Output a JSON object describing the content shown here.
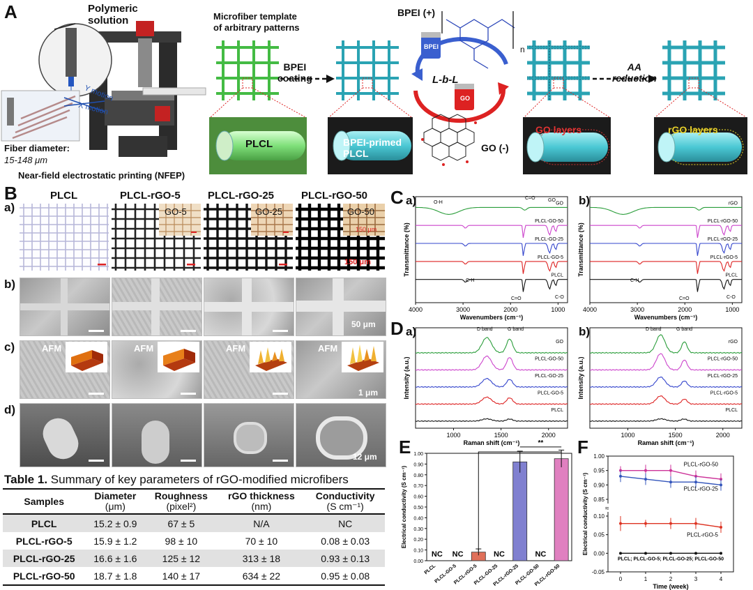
{
  "panelA": {
    "label": "A",
    "polymeric_solution": "Polymeric\nsolution",
    "y_motion": "Y motion",
    "x_motion": "X motion",
    "fiber_diameter_label": "Fiber diameter:",
    "fiber_diameter_value": "15-148 μm",
    "nfep": "Near-field electrostatic printing (NFEP)",
    "template_title": "Microfiber template\nof arbitrary patterns",
    "bpei_coating": "BPEI\ncoating",
    "bpei_label": "BPEI (+)",
    "lbl": "L-b-L",
    "bpei_beaker": "BPEI",
    "go_beaker": "GO",
    "go_minus": "GO (-)",
    "aa_reduction": "AA\nreduction",
    "plcl": "PLCL",
    "bpei_primed": "BPEI-primed\nPLCL",
    "go_layers": "GO layers",
    "rgo_layers": "rGO layers",
    "n": "n"
  },
  "panelB": {
    "label": "B",
    "rows": [
      "a)",
      "b)",
      "c)",
      "d)"
    ],
    "columns": [
      "PLCL",
      "PLCL-rGO-5",
      "PLCL-rGO-25",
      "PLCL-rGO-50"
    ],
    "insets": [
      "GO-5",
      "GO-25",
      "GO-50"
    ],
    "inset_scale": "150 μm",
    "scale_a": "150 μm",
    "scale_b": "50 μm",
    "scale_c": "1 μm",
    "scale_d": "12 μm",
    "afm": "AFM"
  },
  "table1": {
    "caption_bold": "Table 1.",
    "caption_rest": " Summary of key parameters of rGO-modified microfibers",
    "headers": [
      [
        "Samples",
        ""
      ],
      [
        "Diameter",
        "(μm)"
      ],
      [
        "Roughness",
        "(pixel²)"
      ],
      [
        "rGO thickness",
        "(nm)"
      ],
      [
        "Conductivity",
        "(S cm⁻¹)"
      ]
    ],
    "rows": [
      [
        "PLCL",
        "15.2 ± 0.9",
        "67 ± 5",
        "N/A",
        "NC"
      ],
      [
        "PLCL-rGO-5",
        "15.9 ± 1.2",
        "98 ± 10",
        "70 ± 10",
        "0.08 ± 0.03"
      ],
      [
        "PLCL-rGO-25",
        "16.6 ± 1.6",
        "125 ± 12",
        "313 ± 18",
        "0.93 ± 0.13"
      ],
      [
        "PLCL-rGO-50",
        "18.7 ± 1.8",
        "140 ± 17",
        "634 ± 22",
        "0.95 ± 0.08"
      ]
    ]
  },
  "panelC": {
    "label": "C",
    "sub_a": "a)",
    "sub_b": "b)",
    "ylabel": "Transmittance (%)",
    "xlabel": "Wavenumbers (cm⁻¹)",
    "a_annotations": [
      "O-H",
      "C=O",
      "GO",
      "C-H",
      "C=O",
      "C-O"
    ],
    "b_annotations": [
      "C-H",
      "C=O",
      "C-O"
    ]
  },
  "panelD": {
    "label": "D",
    "sub_a": "a)",
    "sub_b": "b)",
    "ylabel": "Intensity (a.u.)",
    "xlabel": "Raman shift (cm⁻¹)",
    "d_band": "D band",
    "g_band": "G band"
  },
  "panelE": {
    "label": "E",
    "sig": "**",
    "nc": "NC"
  },
  "panelF": {
    "label": "F"
  },
  "chart_data": [
    {
      "type": "line",
      "panel": "C a)",
      "xlabel": "Wavenumbers (cm⁻¹)",
      "ylabel": "Transmittance (%)",
      "xlim": [
        4000,
        800
      ],
      "xticks": [
        4000,
        3000,
        2000,
        1000
      ],
      "series": [
        {
          "name": "GO",
          "color": "#2a9d3a"
        },
        {
          "name": "PLCL-GO-50",
          "color": "#cc44cc"
        },
        {
          "name": "PLCL-GO-25",
          "color": "#3344cc"
        },
        {
          "name": "PLCL-GO-5",
          "color": "#dd2222"
        },
        {
          "name": "PLCL",
          "color": "#111111"
        }
      ]
    },
    {
      "type": "line",
      "panel": "C b)",
      "xlabel": "Wavenumbers (cm⁻¹)",
      "ylabel": "Transmittance (%)",
      "xlim": [
        4000,
        800
      ],
      "xticks": [
        4000,
        3000,
        2000,
        1000
      ],
      "series": [
        {
          "name": "rGO",
          "color": "#2a9d3a"
        },
        {
          "name": "PLCL-rGO-50",
          "color": "#cc44cc"
        },
        {
          "name": "PLCL-rGO-25",
          "color": "#3344cc"
        },
        {
          "name": "PLCL-rGO-5",
          "color": "#dd2222"
        },
        {
          "name": "PLCL",
          "color": "#111111"
        }
      ]
    },
    {
      "type": "line",
      "panel": "D a)",
      "xlabel": "Raman shift (cm⁻¹)",
      "ylabel": "Intensity (a.u.)",
      "xlim": [
        600,
        2200
      ],
      "xticks": [
        1000,
        1500,
        2000
      ],
      "series": [
        {
          "name": "GO",
          "color": "#2a9d3a"
        },
        {
          "name": "PLCL-GO-50",
          "color": "#cc44cc"
        },
        {
          "name": "PLCL-GO-25",
          "color": "#3344cc"
        },
        {
          "name": "PLCL-GO-5",
          "color": "#dd2222"
        },
        {
          "name": "PLCL",
          "color": "#111111"
        }
      ]
    },
    {
      "type": "line",
      "panel": "D b)",
      "xlabel": "Raman shift (cm⁻¹)",
      "ylabel": "Intensity (a.u.)",
      "xlim": [
        600,
        2200
      ],
      "xticks": [
        1000,
        1500,
        2000
      ],
      "series": [
        {
          "name": "rGO",
          "color": "#2a9d3a"
        },
        {
          "name": "PLCL-rGO-50",
          "color": "#cc44cc"
        },
        {
          "name": "PLCL-rGO-25",
          "color": "#3344cc"
        },
        {
          "name": "PLCL-rGO-5",
          "color": "#dd2222"
        },
        {
          "name": "PLCL",
          "color": "#111111"
        }
      ]
    },
    {
      "type": "bar",
      "panel": "E",
      "ylabel": "Electrical conductivity (S cm⁻¹)",
      "ylim": [
        0,
        1.0
      ],
      "yticks": [
        "0.00",
        "0.10",
        "0.20",
        "0.30",
        "0.40",
        "0.50",
        "0.60",
        "0.70",
        "0.80",
        "0.90",
        "1.00"
      ],
      "categories": [
        "PLCL",
        "PLCL-GO-5",
        "PLCL-rGO-5",
        "PLCL-GO-25",
        "PLCL-rGO-25",
        "PLCL-GO-50",
        "PLCL-rGO-50"
      ],
      "values": [
        null,
        null,
        0.08,
        null,
        0.92,
        null,
        0.95
      ],
      "errors": [
        null,
        null,
        0.03,
        null,
        0.1,
        null,
        0.08
      ],
      "colors": [
        "#ffffff",
        "#ffffff",
        "#e0705a",
        "#ffffff",
        "#8080d0",
        "#ffffff",
        "#e080c0"
      ]
    },
    {
      "type": "line",
      "panel": "F",
      "xlabel": "Time (week)",
      "ylabel": "Electrical conductivity (S cm⁻¹)",
      "x": [
        0,
        1,
        2,
        3,
        4
      ],
      "yticks_upper": [
        "0.85",
        "0.90",
        "0.95",
        "1.00"
      ],
      "yticks_lower": [
        "-0.05",
        "0.00",
        "0.05",
        "0.10"
      ],
      "series": [
        {
          "name": "PLCL-rGO-50",
          "color": "#cc3399",
          "values": [
            0.95,
            0.95,
            0.95,
            0.93,
            0.92
          ],
          "errors": [
            0.015,
            0.02,
            0.02,
            0.02,
            0.02
          ]
        },
        {
          "name": "PLCL-rGO-25",
          "color": "#3355bb",
          "values": [
            0.93,
            0.92,
            0.91,
            0.91,
            0.9
          ],
          "errors": [
            0.02,
            0.02,
            0.02,
            0.02,
            0.02
          ]
        },
        {
          "name": "PLCL-rGO-5",
          "color": "#dd3322",
          "values": [
            0.08,
            0.08,
            0.08,
            0.08,
            0.07
          ],
          "errors": [
            0.02,
            0.01,
            0.015,
            0.015,
            0.015
          ]
        },
        {
          "name": "PLCL; PLCL-GO-5; PLCL-GO-25; PLCL-GO-50",
          "color": "#111111",
          "values": [
            0.0,
            0.0,
            0.0,
            0.0,
            0.0
          ]
        }
      ]
    }
  ]
}
